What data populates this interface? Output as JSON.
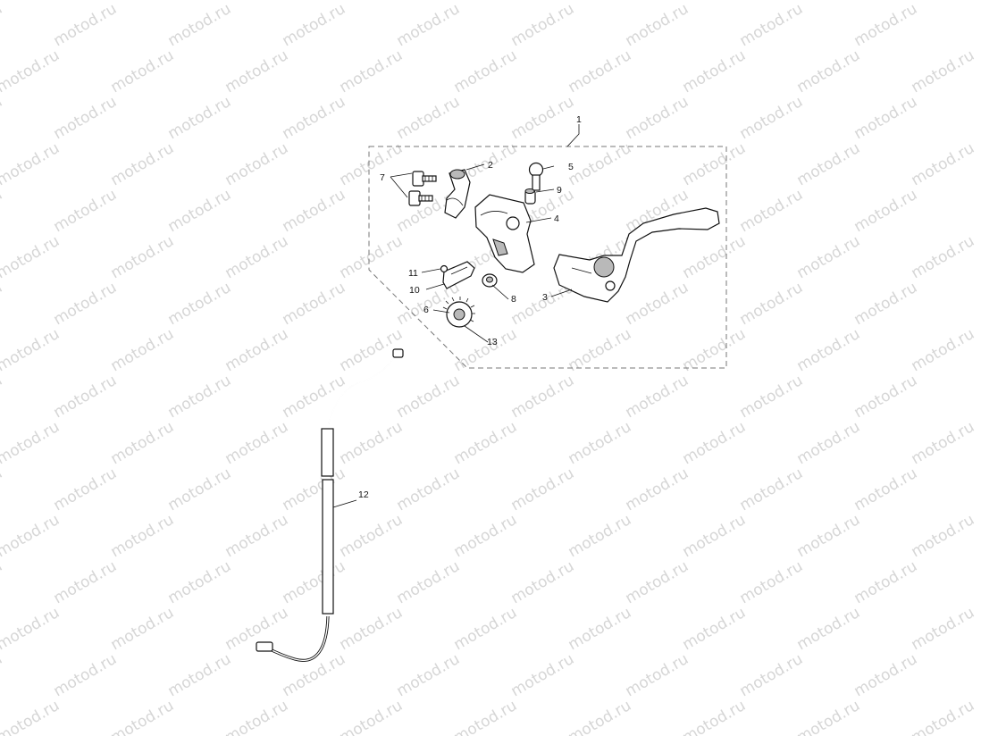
{
  "watermark": {
    "text": "motod.ru",
    "color": "#d6d6d6"
  },
  "callouts": [
    {
      "id": "c1",
      "text": "1"
    },
    {
      "id": "c2",
      "text": "2"
    },
    {
      "id": "c3",
      "text": "3"
    },
    {
      "id": "c4",
      "text": "4"
    },
    {
      "id": "c5",
      "text": "5"
    },
    {
      "id": "c6",
      "text": "6"
    },
    {
      "id": "c7",
      "text": "7"
    },
    {
      "id": "c8",
      "text": "8"
    },
    {
      "id": "c9",
      "text": "9"
    },
    {
      "id": "c10",
      "text": "10"
    },
    {
      "id": "c11",
      "text": "11"
    },
    {
      "id": "c12",
      "text": "12"
    },
    {
      "id": "c13",
      "text": "13"
    }
  ]
}
